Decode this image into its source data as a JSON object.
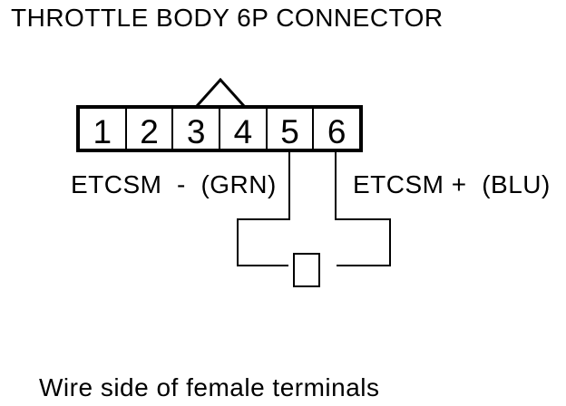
{
  "colors": {
    "background": "#ffffff",
    "ink": "#000000"
  },
  "title": "THROTTLE BODY 6P CONNECTOR",
  "connector": {
    "pins": [
      "1",
      "2",
      "3",
      "4",
      "5",
      "6"
    ]
  },
  "signals": {
    "pin5_label": "ETCSM  -  (GRN)",
    "pin6_label": "ETCSM +  (BLU)"
  },
  "note": "Wire side of female terminals"
}
